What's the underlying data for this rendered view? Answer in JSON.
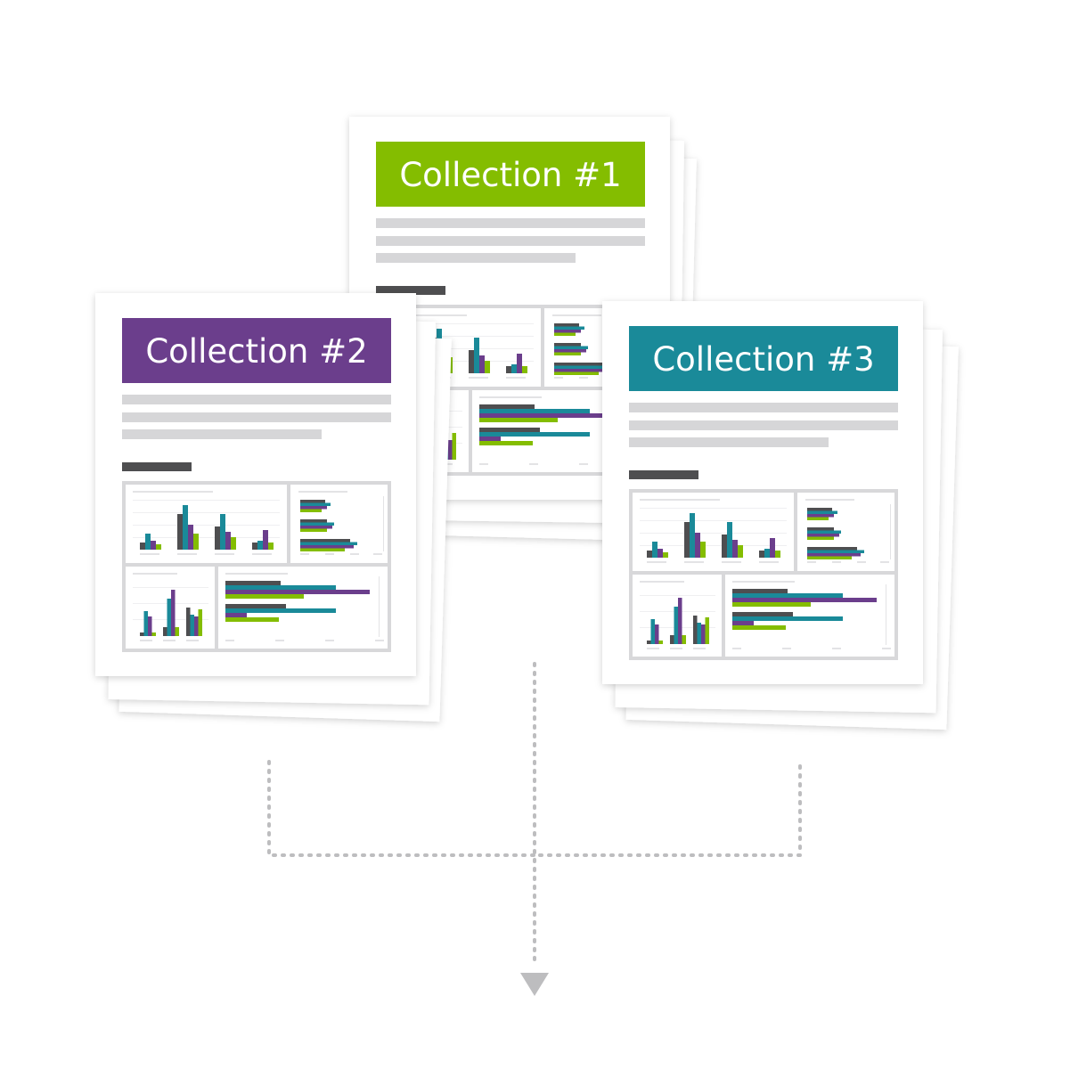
{
  "collections": [
    {
      "label": "Collection #1",
      "color": "#84bd00"
    },
    {
      "label": "Collection #2",
      "color": "#6b3e8c"
    },
    {
      "label": "Collection #3",
      "color": "#1a8a99"
    }
  ],
  "palette": {
    "dark": "#4e4e50",
    "teal": "#1a8a99",
    "purple": "#6b3e8c",
    "green": "#84bd00",
    "placeholder_text": "#d6d6d8",
    "panel_border": "#d8d8da",
    "connector": "#bdbdbf"
  },
  "icons": [
    "report-page-icon",
    "bar-chart-icon",
    "dotted-connector",
    "down-arrow-icon"
  ]
}
